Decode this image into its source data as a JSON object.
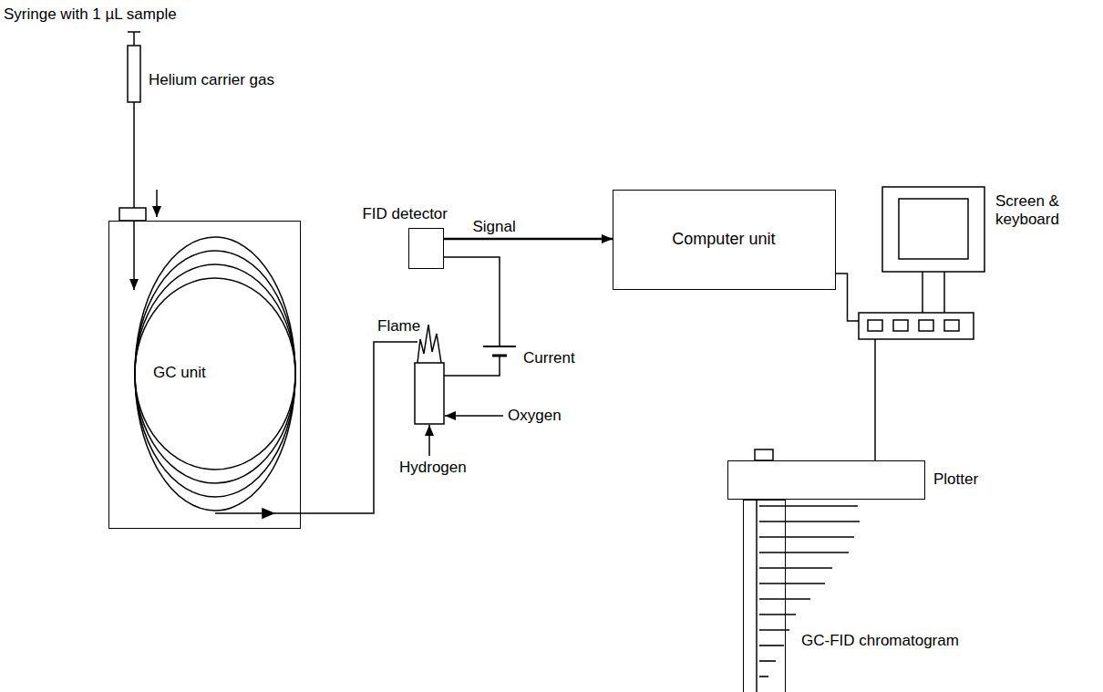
{
  "diagram": {
    "nodes": [
      {
        "text": [
          "GC unit"
        ]
      },
      {
        "text": [
          "FID detector"
        ]
      },
      {
        "text": [
          "Computer unit"
        ]
      },
      {
        "text": [
          "Screen & keyboard"
        ]
      },
      {
        "text": [
          "Plotter"
        ]
      },
      {
        "text": [
          "GC-FID chromatogram"
        ]
      }
    ],
    "edges": [
      {
        "from": 1,
        "to": 2,
        "arrow": "to",
        "label": "Signal"
      },
      {
        "from": 2,
        "to": 3,
        "arrow": "none"
      },
      {
        "from": 3,
        "to": 4,
        "arrow": "none"
      }
    ],
    "labels": [
      "Syringe with 1 µL sample",
      "Helium carrier gas",
      "Flame",
      "Current",
      "Oxygen",
      "Hydrogen"
    ]
  }
}
